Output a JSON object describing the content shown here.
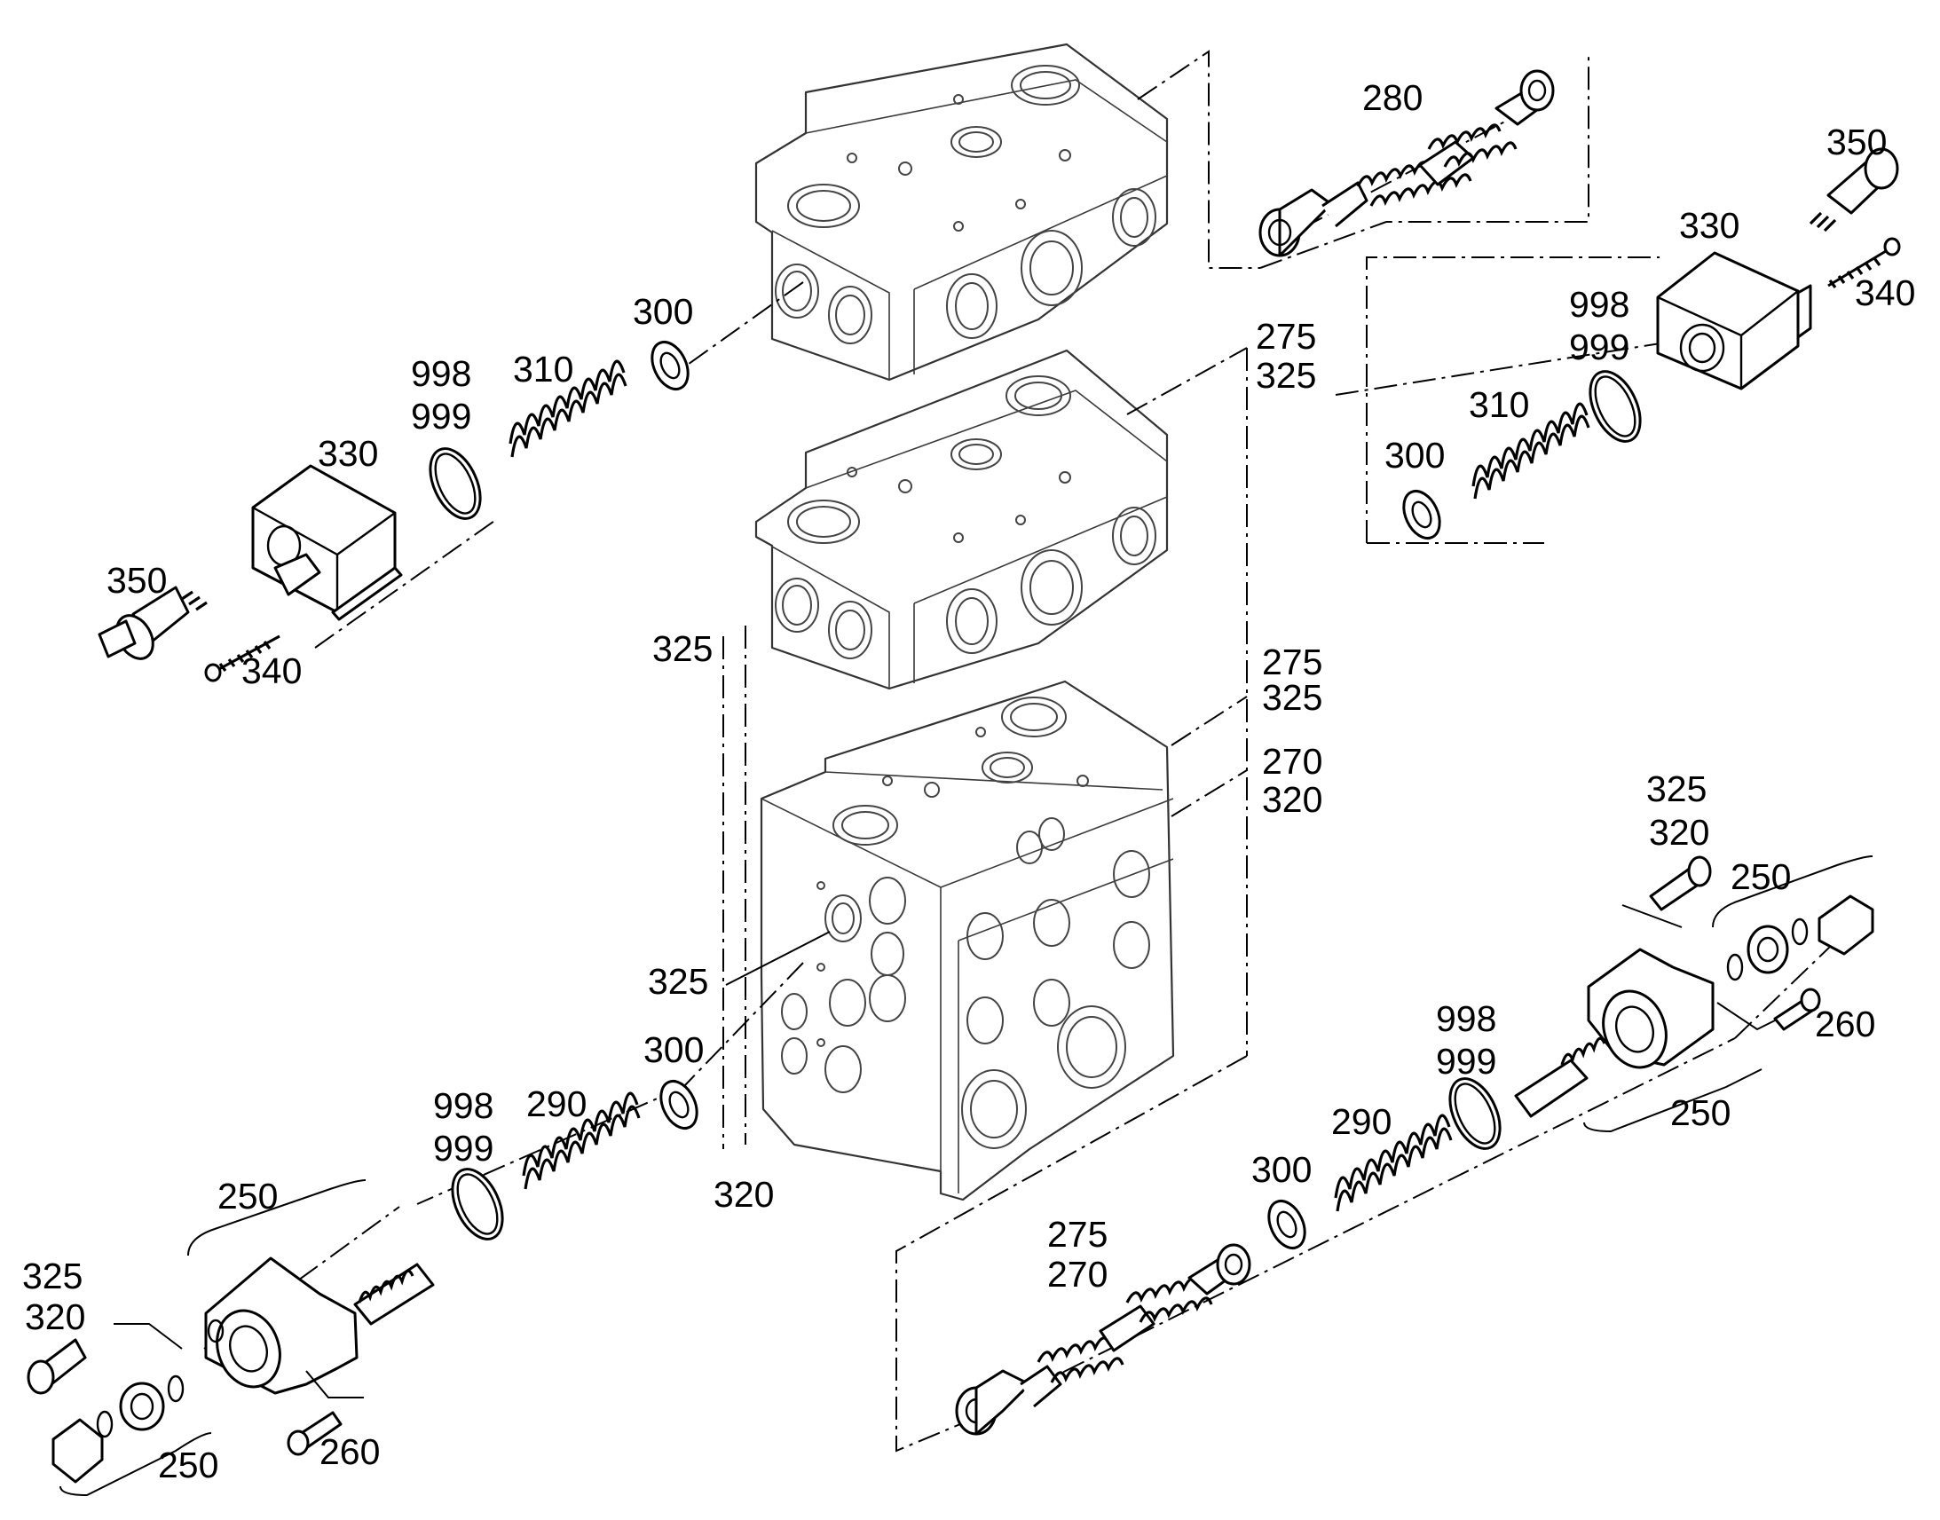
{
  "labels": {
    "l280": "280",
    "l350a": "350",
    "l330a": "330",
    "l340a": "340",
    "l998a": "998",
    "l999a": "999",
    "l310a": "310",
    "l300a": "300",
    "l275a": "275",
    "l325a": "325",
    "l998b": "998",
    "l999b": "999",
    "l310b": "310",
    "l300b": "300",
    "l330b": "330",
    "l350b": "350",
    "l340b": "340",
    "l325b": "325",
    "l275b": "275",
    "l325c": "325",
    "l270a": "270",
    "l320a": "320",
    "l325d": "325",
    "l320b": "320",
    "l250a": "250",
    "l260a": "260",
    "l250b": "250",
    "l325e": "325",
    "l300c": "300",
    "l998c": "998",
    "l999c": "999",
    "l290a": "290",
    "l320c": "320",
    "l998d": "998",
    "l999d": "999",
    "l290b": "290",
    "l300d": "300",
    "l275c": "275",
    "l270b": "270",
    "l250c": "250",
    "l325f": "325",
    "l320d": "320",
    "l260b": "260",
    "l250d": "250"
  }
}
